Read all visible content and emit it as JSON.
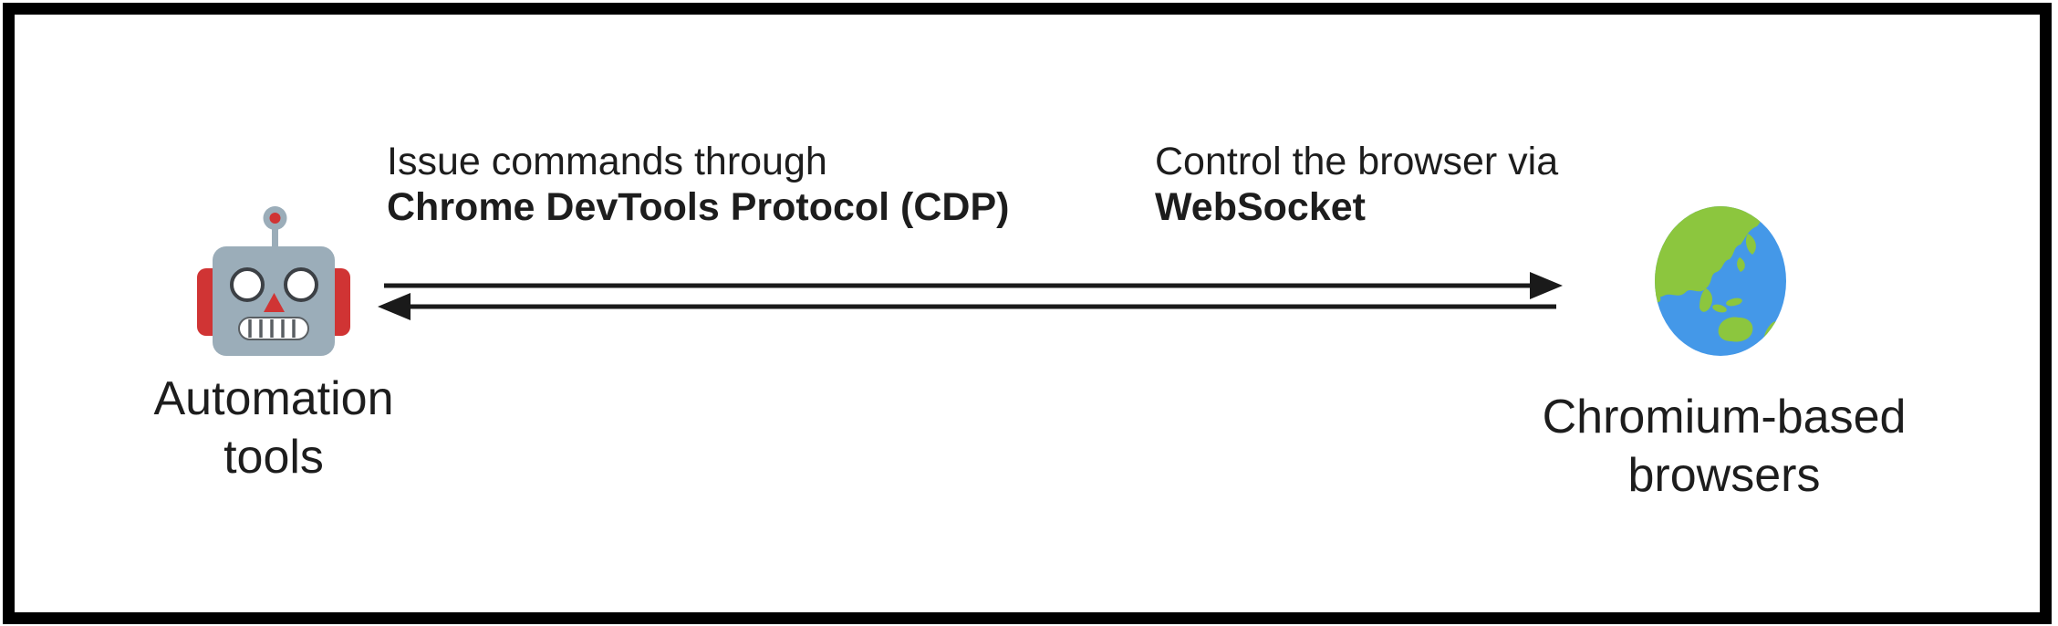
{
  "diagram": {
    "connection": {
      "forward_label": {
        "line1": "Issue commands through",
        "line2": "Chrome DevTools Protocol (CDP)"
      },
      "backward_label": {
        "line1": "Control the browser via",
        "line2": "WebSocket"
      },
      "forward_arrow_direction": "left-to-right",
      "backward_arrow_direction": "right-to-left"
    },
    "left_node": {
      "icon": "robot-icon",
      "label_line1": "Automation",
      "label_line2": "tools"
    },
    "right_node": {
      "icon": "globe-showing-asia-australia-icon",
      "label_line1": "Chromium-based",
      "label_line2": "browsers"
    },
    "colors": {
      "background": "#ffffff",
      "frame_border": "#000000",
      "text": "#1d1d1d",
      "arrow": "#1a1a1a",
      "robot_head": "#9badb9",
      "robot_red": "#d03434",
      "globe_ocean": "#4498e8",
      "globe_land": "#8cc63e"
    }
  }
}
